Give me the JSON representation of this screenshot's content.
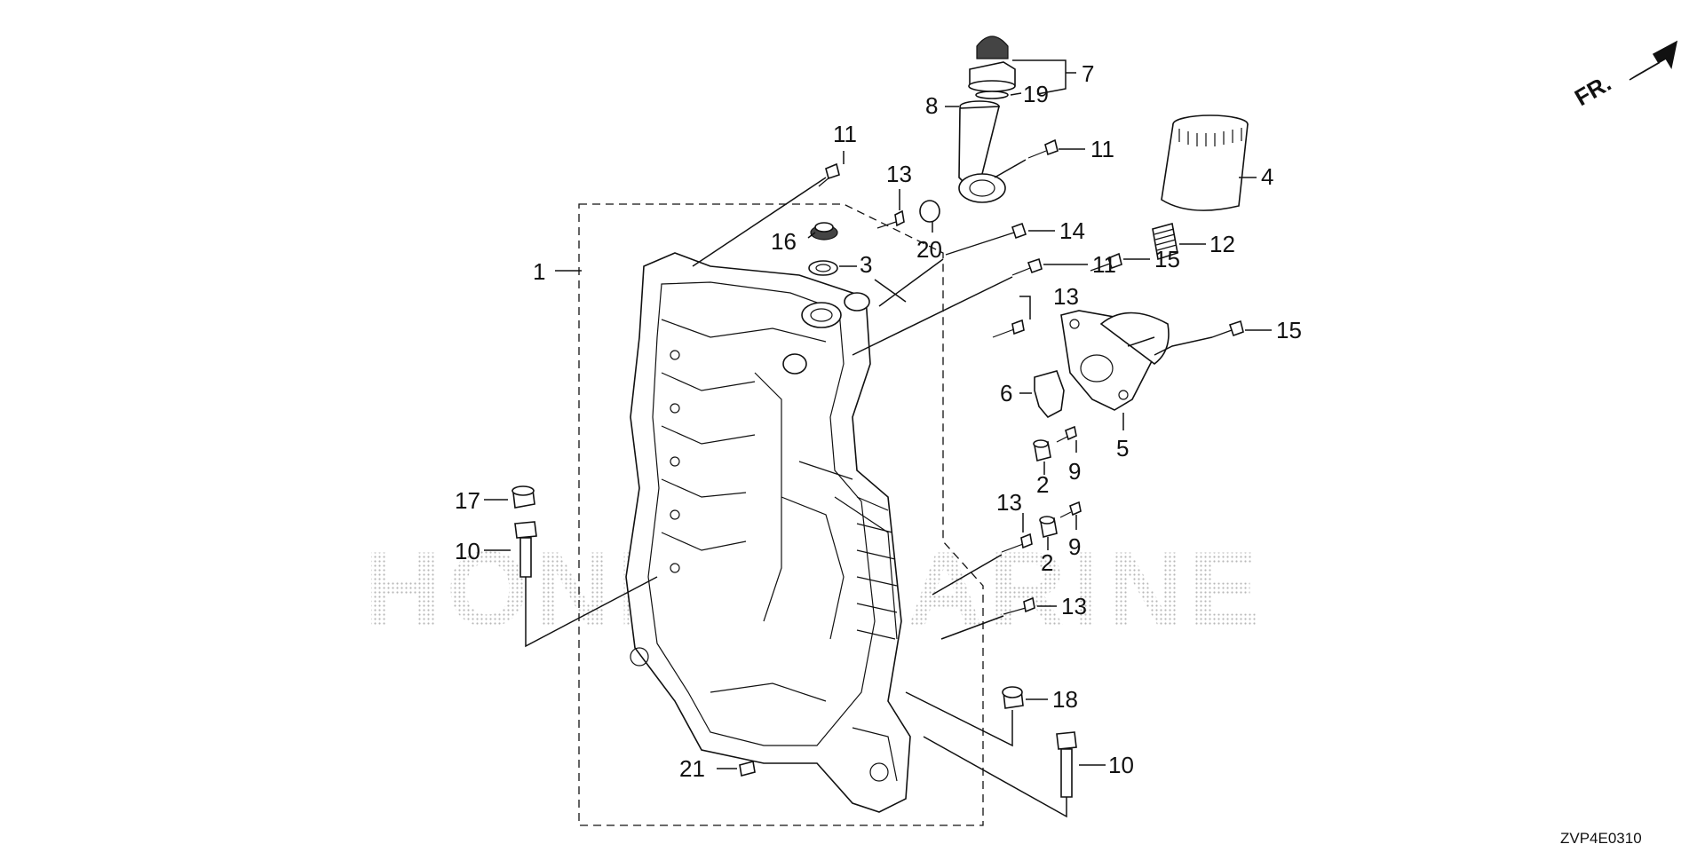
{
  "callouts": [
    {
      "id": "c1",
      "text": "1"
    },
    {
      "id": "c2a",
      "text": "2"
    },
    {
      "id": "c2b",
      "text": "2"
    },
    {
      "id": "c3",
      "text": "3"
    },
    {
      "id": "c4",
      "text": "4"
    },
    {
      "id": "c5",
      "text": "5"
    },
    {
      "id": "c6",
      "text": "6"
    },
    {
      "id": "c7",
      "text": "7"
    },
    {
      "id": "c8",
      "text": "8"
    },
    {
      "id": "c9a",
      "text": "9"
    },
    {
      "id": "c9b",
      "text": "9"
    },
    {
      "id": "c10a",
      "text": "10"
    },
    {
      "id": "c10b",
      "text": "10"
    },
    {
      "id": "c11a",
      "text": "11"
    },
    {
      "id": "c11b",
      "text": "11"
    },
    {
      "id": "c11c",
      "text": "11"
    },
    {
      "id": "c12",
      "text": "12"
    },
    {
      "id": "c13a",
      "text": "13"
    },
    {
      "id": "c13b",
      "text": "13"
    },
    {
      "id": "c13c",
      "text": "13"
    },
    {
      "id": "c13d",
      "text": "13"
    },
    {
      "id": "c14",
      "text": "14"
    },
    {
      "id": "c15a",
      "text": "15"
    },
    {
      "id": "c15b",
      "text": "15"
    },
    {
      "id": "c16",
      "text": "16"
    },
    {
      "id": "c17",
      "text": "17"
    },
    {
      "id": "c18",
      "text": "18"
    },
    {
      "id": "c19",
      "text": "19"
    },
    {
      "id": "c20",
      "text": "20"
    },
    {
      "id": "c21",
      "text": "21"
    }
  ],
  "direction_indicator": "FR.",
  "diagram_code": "ZVP4E0310",
  "watermark_text": "HONDA MARINE"
}
